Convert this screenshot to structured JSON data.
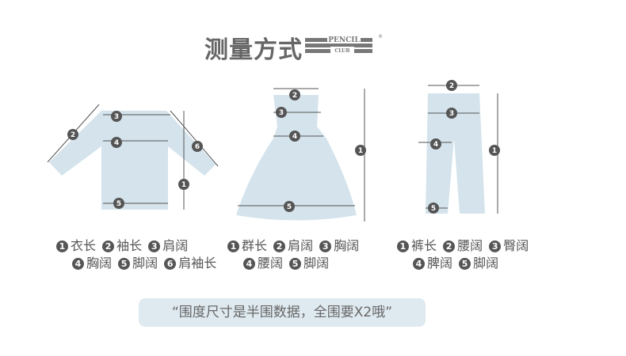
{
  "title": "测量方式",
  "logo": {
    "text1": "PENCIL",
    "text2": "CLUB",
    "mark": "®"
  },
  "garments": [
    {
      "name": "top",
      "legend": [
        [
          "1",
          "衣长"
        ],
        [
          "2",
          "袖长"
        ],
        [
          "3",
          "肩阔"
        ],
        [
          "4",
          "胸阔"
        ],
        [
          "5",
          "脚阔"
        ],
        [
          "6",
          "肩袖长"
        ]
      ]
    },
    {
      "name": "dress",
      "legend": [
        [
          "1",
          "群长"
        ],
        [
          "2",
          "肩阔"
        ],
        [
          "3",
          "胸阔"
        ],
        [
          "4",
          "腰阔"
        ],
        [
          "5",
          "脚阔"
        ]
      ]
    },
    {
      "name": "pants",
      "legend": [
        [
          "1",
          "裤长"
        ],
        [
          "2",
          "腰阔"
        ],
        [
          "3",
          "臀阔"
        ],
        [
          "4",
          "脾阔"
        ],
        [
          "5",
          "脚阔"
        ]
      ]
    }
  ],
  "note": "“围度尺寸是半围数据，全围要X2哦”",
  "colors": {
    "garment": "#d4e3ec",
    "text": "#555555",
    "note_bg": "#dfeaf0"
  }
}
